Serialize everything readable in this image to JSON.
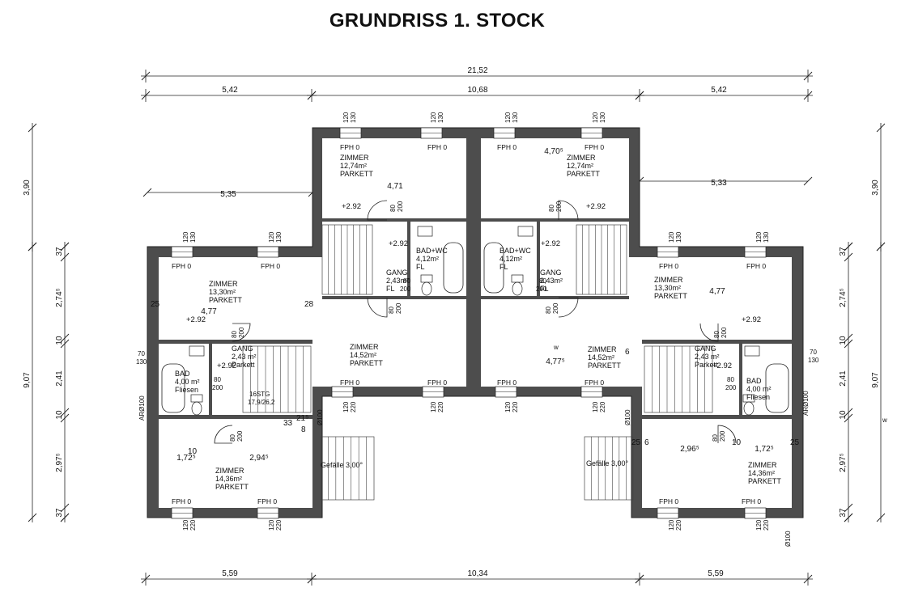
{
  "title": "GRUNDRISS 1. STOCK",
  "top_dims": {
    "total": "21,52",
    "left": "5,42",
    "middle": "10,68",
    "right": "5,42"
  },
  "bottom_dims": {
    "left": "5,59",
    "middle": "10,34",
    "right": "5,59"
  },
  "side_dims": {
    "left_upper": "3,90",
    "left_total": "9,07",
    "left_segments": [
      "37",
      "2,74⁵",
      "10",
      "2,41",
      "10",
      "2,97⁵",
      "37"
    ],
    "right_upper": "3,90",
    "right_total": "9,07",
    "right_segments": [
      "37",
      "2,74⁵",
      "10",
      "2,41",
      "10",
      "2,97⁵",
      "37"
    ]
  },
  "inner_dims": {
    "d535": "5,35",
    "d533": "5,33",
    "d471": "4,71",
    "d4705": "4,70⁵",
    "d477l": "4,77",
    "d477r": "4,77",
    "d4775": "4,77⁵",
    "d1725l": "1,72⁵",
    "d2945": "2,94⁵",
    "d2965": "2,96⁵",
    "d1725r": "1,72⁵",
    "d25a": "25",
    "d28": "28",
    "d25b": "25",
    "d25c": "25",
    "d6a": "6",
    "d6b": "6",
    "d33": "33",
    "d8": "8",
    "d215": "21⁵",
    "d10a": "10",
    "d10b": "10"
  },
  "rooms": [
    {
      "name": "ZIMMER",
      "area": "12,74m²",
      "floor": "PARKETT"
    },
    {
      "name": "ZIMMER",
      "area": "12,74m²",
      "floor": "PARKETT"
    },
    {
      "name": "ZIMMER",
      "area": "13,30m²",
      "floor": "PARKETT"
    },
    {
      "name": "ZIMMER",
      "area": "13,30m²",
      "floor": "PARKETT"
    },
    {
      "name": "ZIMMER",
      "area": "14,52m²",
      "floor": "PARKETT"
    },
    {
      "name": "ZIMMER",
      "area": "14,52m²",
      "floor": "PARKETT"
    },
    {
      "name": "ZIMMER",
      "area": "14,36m²",
      "floor": "PARKETT"
    },
    {
      "name": "ZIMMER",
      "area": "14,36m²",
      "floor": "PARKETT"
    },
    {
      "name": "BAD+WC",
      "area": "4,12m²",
      "floor": "FL"
    },
    {
      "name": "BAD+WC",
      "area": "4,12m²",
      "floor": "FL"
    },
    {
      "name": "BAD",
      "area": "4,00 m²",
      "floor": "Fliesen"
    },
    {
      "name": "BAD",
      "area": "4,00 m²",
      "floor": "Fliesen"
    },
    {
      "name": "GANG",
      "area": "2,43m²",
      "floor": "FL"
    },
    {
      "name": "GANG",
      "area": "2,43m²",
      "floor": "FL"
    },
    {
      "name": "GANG",
      "area": "2,43 m²",
      "floor": "Parkett"
    },
    {
      "name": "GANG",
      "area": "2,43 m²",
      "floor": "Parkett"
    }
  ],
  "labels": {
    "fph": "FPH 0",
    "level": "+2.92",
    "w120": "120",
    "w130": "130",
    "w220": "220",
    "d80": "80",
    "d200": "200",
    "d70": "70",
    "gefaelle": "Gefälle 3,00°",
    "ar": "ARØ100",
    "phi": "Ø100",
    "w": "w",
    "stairs": "16STG",
    "stairs_dim": "17,9/26,2"
  }
}
